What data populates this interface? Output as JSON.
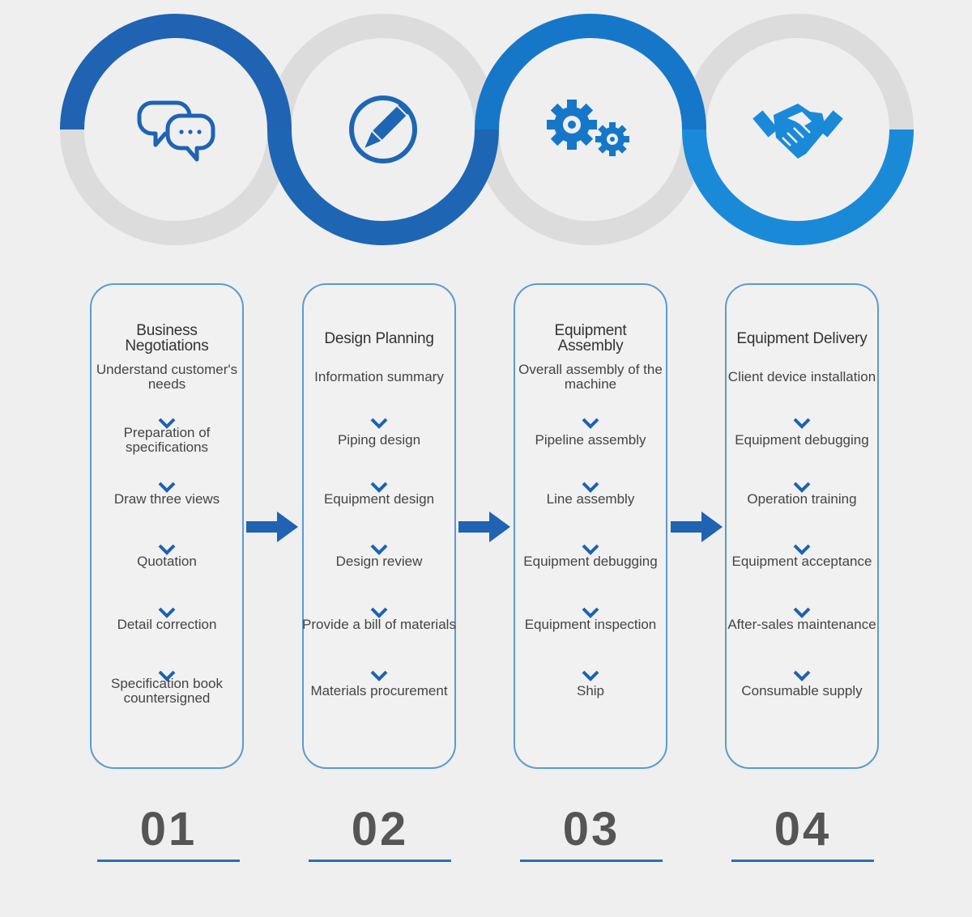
{
  "stages": [
    {
      "title": "Business\nNegotiations",
      "number": "01",
      "icon": "chat-bubbles-icon",
      "steps": [
        "Understand customer's needs",
        "Preparation of specifications",
        "Draw three views",
        "Quotation",
        "Detail correction",
        "Specification book countersigned"
      ]
    },
    {
      "title": "Design Planning",
      "number": "02",
      "icon": "pencil-icon",
      "steps": [
        "Information summary",
        "Piping design",
        "Equipment design",
        "Design review",
        "Provide a bill of materials",
        "Materials procurement"
      ]
    },
    {
      "title": "Equipment\nAssembly",
      "number": "03",
      "icon": "gears-icon",
      "steps": [
        "Overall assembly of the machine",
        "Pipeline assembly",
        "Line assembly",
        "Equipment debugging",
        "Equipment inspection",
        "Ship"
      ]
    },
    {
      "title": "Equipment Delivery",
      "number": "04",
      "icon": "handshake-icon",
      "steps": [
        "Client device installation",
        "Equipment debugging",
        "Operation training",
        "Equipment acceptance",
        "After-sales maintenance",
        "Consumable supply"
      ]
    }
  ],
  "colors": {
    "ring_grey": "#dcdcdc",
    "ring_blue_1": "#1f63b2",
    "ring_blue_2": "#1e66b4",
    "ring_blue_3": "#1677c9",
    "ring_blue_4": "#1a8ad8",
    "card_border": "#5b9bd0",
    "chevron": "#1c63b0",
    "underline": "#2a6fb5"
  }
}
